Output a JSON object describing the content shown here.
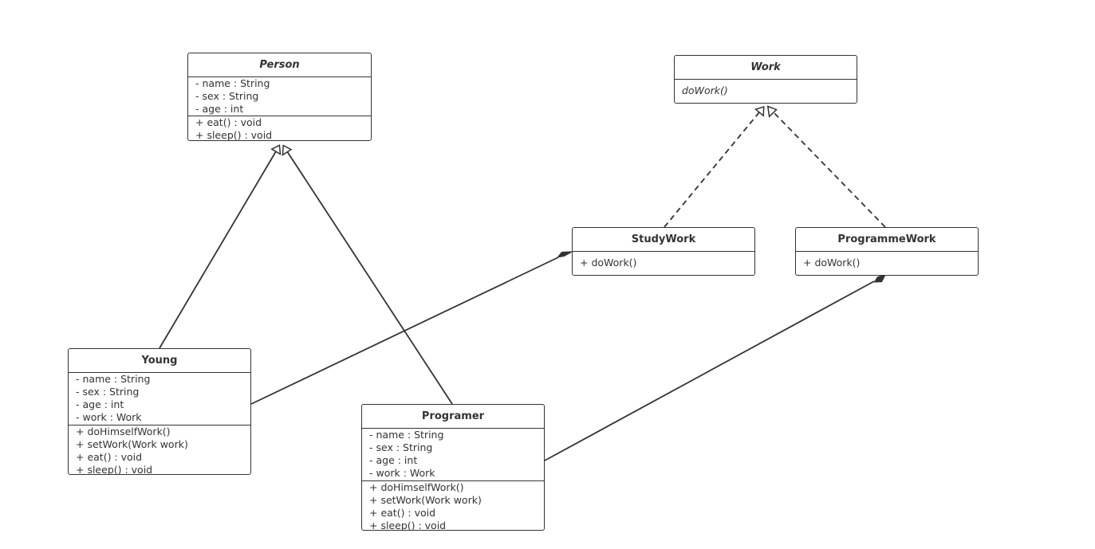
{
  "classes": {
    "person": {
      "name": "Person",
      "attributes": [
        "- name : String",
        "- sex : String",
        "- age : int"
      ],
      "operations": [
        "+ eat() : void",
        "+ sleep() : void"
      ]
    },
    "work": {
      "name": "Work",
      "operations": [
        "doWork()"
      ]
    },
    "study_work": {
      "name": "StudyWork",
      "operations": [
        "+ doWork()"
      ]
    },
    "programme_work": {
      "name": "ProgrammeWork",
      "operations": [
        "+ doWork()"
      ]
    },
    "young": {
      "name": "Young",
      "attributes": [
        "- name : String",
        "- sex : String",
        "- age : int",
        "- work : Work"
      ],
      "operations": [
        "+ doHimselfWork()",
        "+ setWork(Work work)",
        "+ eat() : void",
        "+ sleep() : void"
      ]
    },
    "programer": {
      "name": "Programer",
      "attributes": [
        "- name : String",
        "- sex : String",
        "- age : int",
        "- work : Work"
      ],
      "operations": [
        "+ doHimselfWork()",
        "+ setWork(Work work)",
        "+ eat() : void",
        "+ sleep() : void"
      ]
    }
  },
  "colors": {
    "stroke": "#333333",
    "background": "#ffffff"
  },
  "relationships": [
    {
      "type": "generalization",
      "from": "Young",
      "to": "Person"
    },
    {
      "type": "generalization",
      "from": "Programer",
      "to": "Person"
    },
    {
      "type": "realization",
      "from": "StudyWork",
      "to": "Work"
    },
    {
      "type": "realization",
      "from": "ProgrammeWork",
      "to": "Work"
    },
    {
      "type": "composition",
      "from": "Young",
      "to": "StudyWork"
    },
    {
      "type": "composition",
      "from": "Programer",
      "to": "ProgrammeWork"
    }
  ]
}
